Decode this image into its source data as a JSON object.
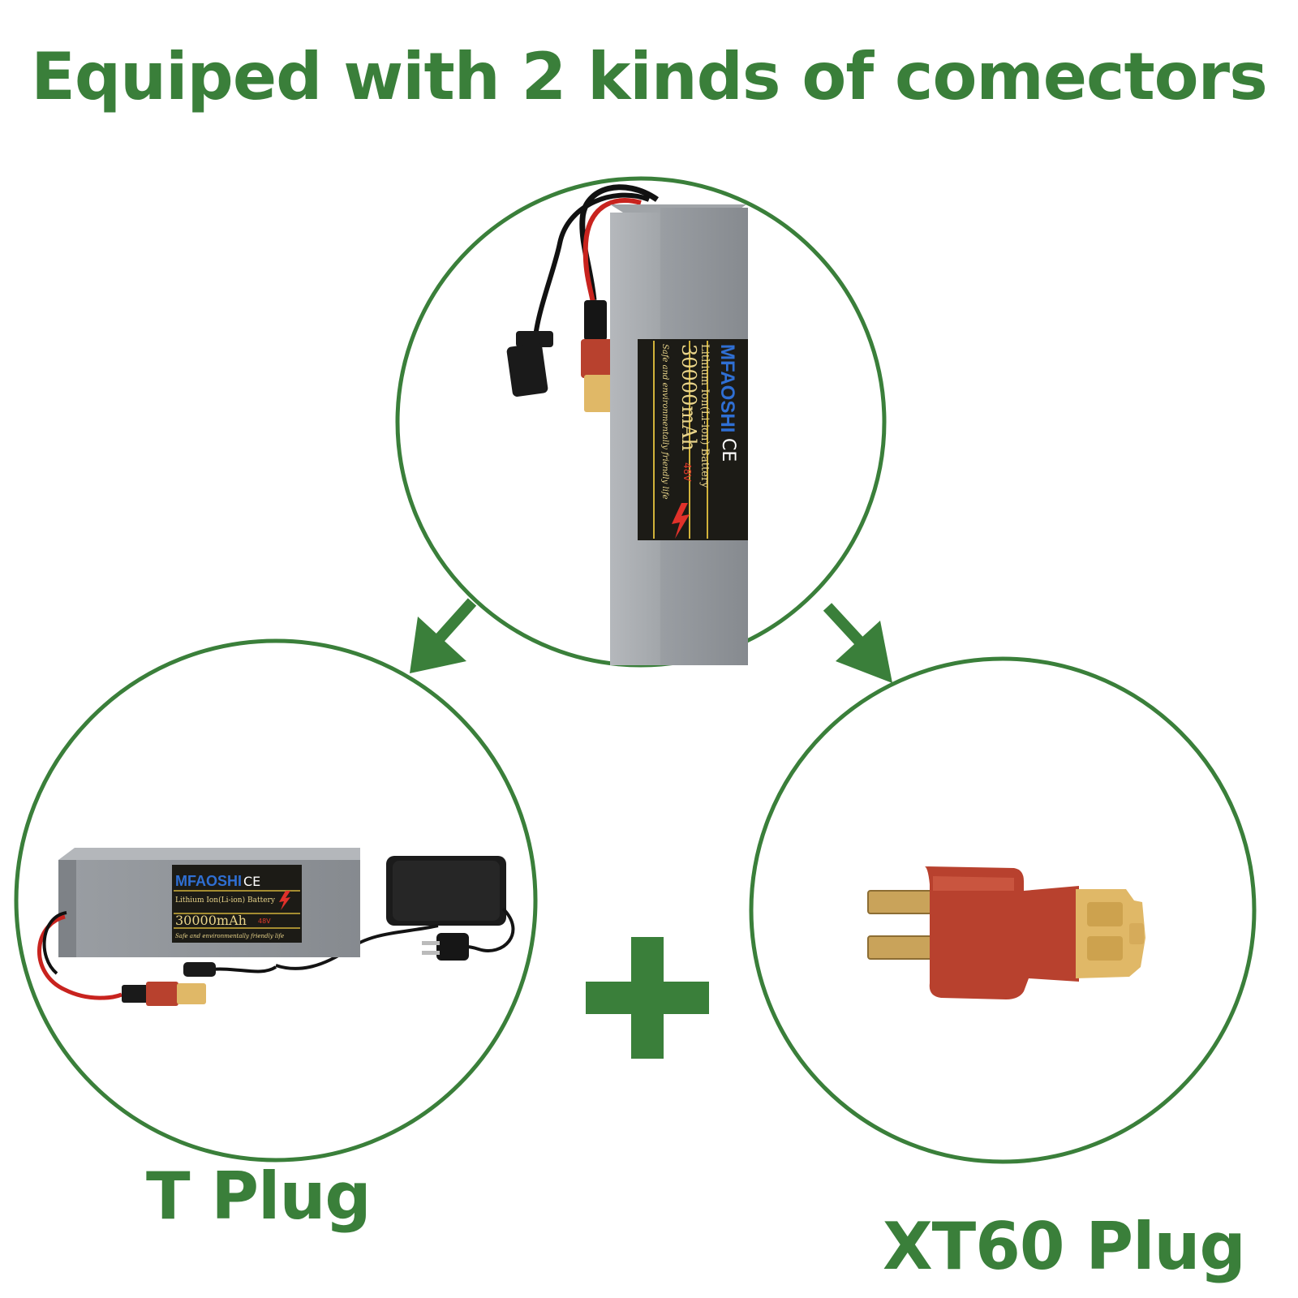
{
  "title": "Equiped with 2 kinds of comectors",
  "labels": {
    "t_plug": "T Plug",
    "xt60_plug": "XT60 Plug"
  },
  "battery_label": {
    "brand": "MFAOSHI",
    "type": "Lithium Ion(Li-ion) Battery",
    "capacity": "30000mAh",
    "voltage": "48V",
    "slogan": "Safe and environmentally friendly life",
    "ce_mark": "CE"
  },
  "colors": {
    "accent_green": "#3a7f3a",
    "battery_gray": "#8f9398",
    "connector_red": "#b8412e",
    "connector_yellow": "#e0b867"
  }
}
